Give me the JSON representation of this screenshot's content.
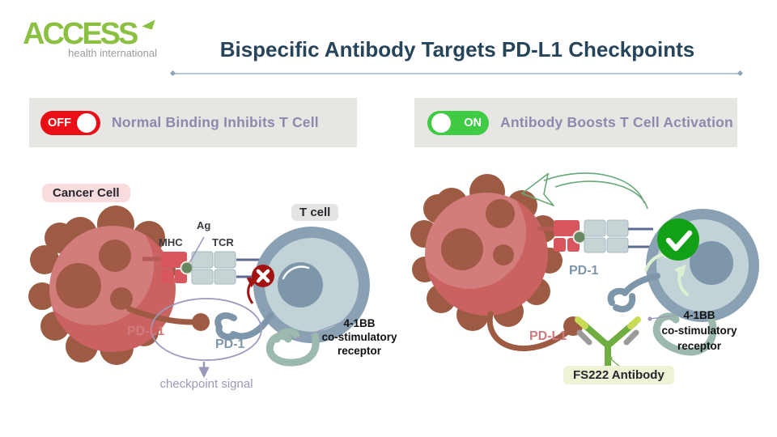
{
  "logo": {
    "brand": "ACCESS",
    "tagline": "health international"
  },
  "header": {
    "title": "Bispecific Antibody Targets PD-L1 Checkpoints"
  },
  "left_panel": {
    "toggle_label": "OFF",
    "heading": "Normal Binding Inhibits T Cell",
    "cancer_cell_label": "Cancer Cell",
    "t_cell_label": "T cell",
    "mhc_label": "MHC",
    "ag_label": "Ag",
    "tcr_label": "TCR",
    "pdl1_label": "PD-L1",
    "pd1_label": "PD-1",
    "checkpoint_label": "checkpoint signal",
    "receptor_line1": "4-1BB",
    "receptor_line2": "co-stimulatory",
    "receptor_line3": "receptor"
  },
  "right_panel": {
    "toggle_label": "ON",
    "heading": "Antibody Boosts T Cell Activation",
    "pd1_label": "PD-1",
    "pdl1_label": "PD-L1",
    "receptor_line1": "4-1BB",
    "receptor_line2": "co-stimulatory",
    "receptor_line3": "receptor",
    "antibody_label": "FS222 Antibody"
  },
  "colors": {
    "title_navy": "#27455a",
    "logo_green": "#8cc043",
    "logo_gray": "#9b9b9b",
    "toggle_off_red": "#ea0e17",
    "toggle_on_green": "#3fcb44",
    "panel_heading_purple": "#8d89ae",
    "panel_bg_gray": "#e7e6e3",
    "cancer_body_red": "#ca6262",
    "cancer_bump_brown": "#9e5b43",
    "tcell_ring_blue": "#89a1b3",
    "tcell_fill_blue": "#c2d3d8",
    "nucleus_blue": "#7e96a9",
    "mhc_red": "#d8575e",
    "tcr_gray": "#c6d4d6",
    "antigen_green": "#66875f",
    "blocked_x_red": "#a31313",
    "check_green": "#12a016",
    "receptor_teal": "#9cb9ae",
    "antibody_green": "#70ad40",
    "annotation_purple": "#9a99bb",
    "pdl1_text_salmon": "#d07a7d",
    "pd1_text_blue": "#7e96a9"
  }
}
